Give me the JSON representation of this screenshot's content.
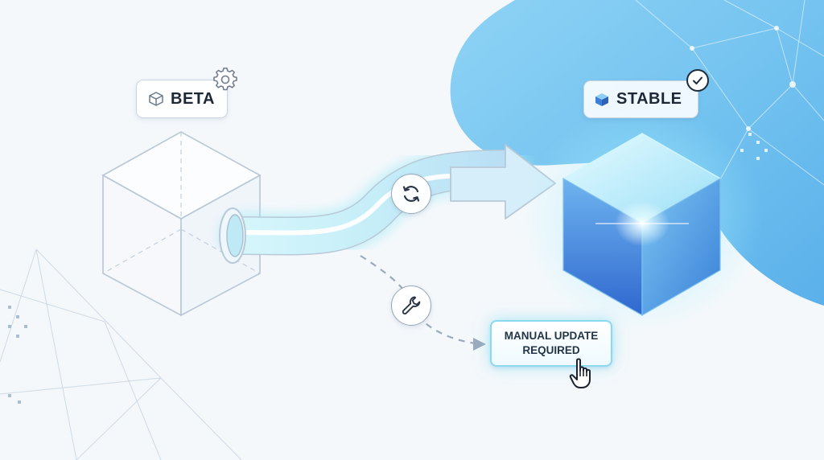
{
  "labels": {
    "beta": "BETA",
    "stable": "STABLE",
    "manual_update": "MANUAL UPDATE\nREQUIRED"
  },
  "icons": {
    "beta_label": "cube-outline-icon",
    "stable_label": "cube-filled-icon",
    "beta_badge": "gear-icon",
    "stable_badge": "checkmark-icon",
    "main_path": "sync-icon",
    "manual_path": "wrench-icon",
    "pointer": "hand-pointer-icon"
  },
  "colors": {
    "background": "#f4f8fb",
    "blue_blob": "#6fc0ef",
    "stable_cube": "#3f83dd",
    "glow": "#8fe6f6",
    "outline": "#b9c7d6",
    "text": "#1d2736"
  }
}
